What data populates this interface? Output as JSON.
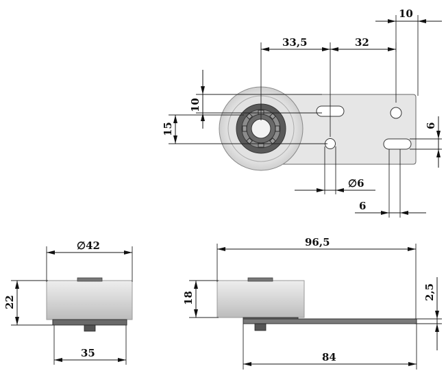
{
  "dimensions": {
    "top_slot_spacing": "10",
    "roller_to_hole": "33,5",
    "hole_to_hole": "32",
    "vertical_10": "10",
    "vertical_15": "15",
    "right_slot_width": "6",
    "hole_diameter": "∅6",
    "slot_length": "6",
    "roller_diameter": "∅42",
    "roller_height_left": "22",
    "base_width_left": "35",
    "overall_length": "96,5",
    "roller_height_right": "18",
    "plate_thickness": "2,5",
    "plate_length": "84"
  },
  "colors": {
    "roller_body": "#d9d9d9",
    "roller_shadow": "#bdbdbd",
    "plate": "#e3e3e3",
    "plate_dark": "#555555",
    "bearing_dark": "#444444",
    "bearing_mid": "#8a8a8a"
  }
}
